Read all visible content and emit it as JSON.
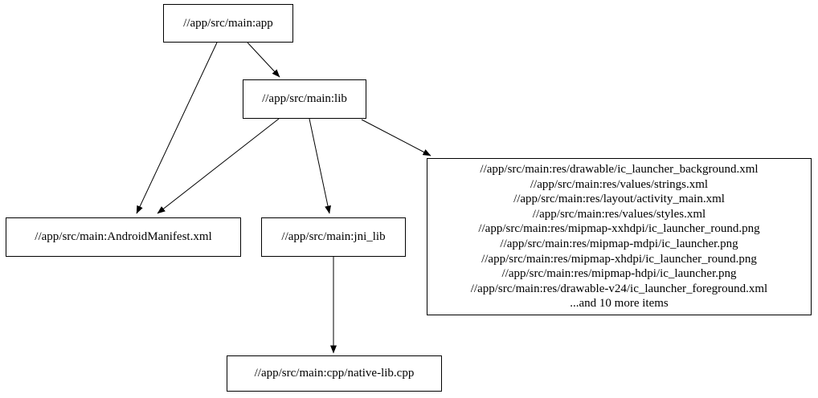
{
  "diagram": {
    "type": "dependency-graph",
    "nodes": [
      {
        "id": "app",
        "label": "//app/src/main:app"
      },
      {
        "id": "lib",
        "label": "//app/src/main:lib"
      },
      {
        "id": "manifest",
        "label": "//app/src/main:AndroidManifest.xml"
      },
      {
        "id": "jni_lib",
        "label": "//app/src/main:jni_lib"
      },
      {
        "id": "res_group",
        "lines": [
          "//app/src/main:res/drawable/ic_launcher_background.xml",
          "//app/src/main:res/values/strings.xml",
          "//app/src/main:res/layout/activity_main.xml",
          "//app/src/main:res/values/styles.xml",
          "//app/src/main:res/mipmap-xxhdpi/ic_launcher_round.png",
          "//app/src/main:res/mipmap-mdpi/ic_launcher.png",
          "//app/src/main:res/mipmap-xhdpi/ic_launcher_round.png",
          "//app/src/main:res/mipmap-hdpi/ic_launcher.png",
          "//app/src/main:res/drawable-v24/ic_launcher_foreground.xml",
          "...and 10 more items"
        ]
      },
      {
        "id": "native_cpp",
        "label": "//app/src/main:cpp/native-lib.cpp"
      }
    ],
    "edges": [
      {
        "from": "app",
        "to": "manifest"
      },
      {
        "from": "app",
        "to": "lib"
      },
      {
        "from": "lib",
        "to": "manifest"
      },
      {
        "from": "lib",
        "to": "jni_lib"
      },
      {
        "from": "lib",
        "to": "res_group"
      },
      {
        "from": "jni_lib",
        "to": "native_cpp"
      }
    ],
    "colors": {
      "background": "#ffffff",
      "node_fill": "#ffffff",
      "node_border": "#000000",
      "edge": "#000000",
      "text": "#000000"
    }
  }
}
